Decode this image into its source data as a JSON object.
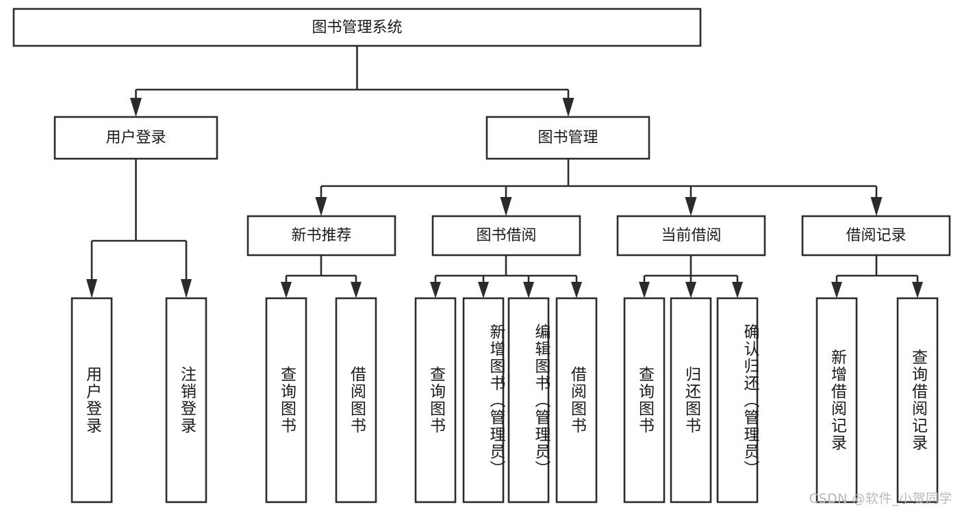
{
  "diagram": {
    "type": "tree",
    "title": "图书管理系统",
    "watermark": "CSDN @软件_小贺同学",
    "levels": {
      "root": {
        "label": "图书管理系统"
      },
      "level2": [
        {
          "id": "user-login",
          "label": "用户登录"
        },
        {
          "id": "book-management",
          "label": "图书管理"
        }
      ],
      "level3": [
        {
          "id": "new-book-recommend",
          "label": "新书推荐",
          "parent": "book-management"
        },
        {
          "id": "book-borrow",
          "label": "图书借阅",
          "parent": "book-management"
        },
        {
          "id": "current-borrow",
          "label": "当前借阅",
          "parent": "book-management"
        },
        {
          "id": "borrow-record",
          "label": "借阅记录",
          "parent": "book-management"
        }
      ],
      "leaves": [
        {
          "id": "leaf-user-login",
          "label": "用户登录",
          "parent": "user-login"
        },
        {
          "id": "leaf-logout",
          "label": "注销登录",
          "parent": "user-login"
        },
        {
          "id": "leaf-query-book-1",
          "label": "查询图书",
          "parent": "new-book-recommend"
        },
        {
          "id": "leaf-borrow-book-1",
          "label": "借阅图书",
          "parent": "new-book-recommend"
        },
        {
          "id": "leaf-query-book-2",
          "label": "查询图书",
          "parent": "book-borrow"
        },
        {
          "id": "leaf-add-book",
          "label": "新增图书（管理员）",
          "parent": "book-borrow"
        },
        {
          "id": "leaf-edit-book",
          "label": "编辑图书（管理员）",
          "parent": "book-borrow"
        },
        {
          "id": "leaf-borrow-book-2",
          "label": "借阅图书",
          "parent": "book-borrow"
        },
        {
          "id": "leaf-query-book-3",
          "label": "查询图书",
          "parent": "current-borrow"
        },
        {
          "id": "leaf-return-book",
          "label": "归还图书",
          "parent": "current-borrow"
        },
        {
          "id": "leaf-confirm-return",
          "label": "确认归还（管理员）",
          "parent": "current-borrow"
        },
        {
          "id": "leaf-add-record",
          "label": "新增借阅记录",
          "parent": "borrow-record"
        },
        {
          "id": "leaf-query-record",
          "label": "查询借阅记录",
          "parent": "borrow-record"
        }
      ]
    },
    "colors": {
      "stroke": "#2b2b2b",
      "fill": "#ffffff",
      "text": "#1a1a1a",
      "watermark": "#b9b9b9"
    }
  }
}
